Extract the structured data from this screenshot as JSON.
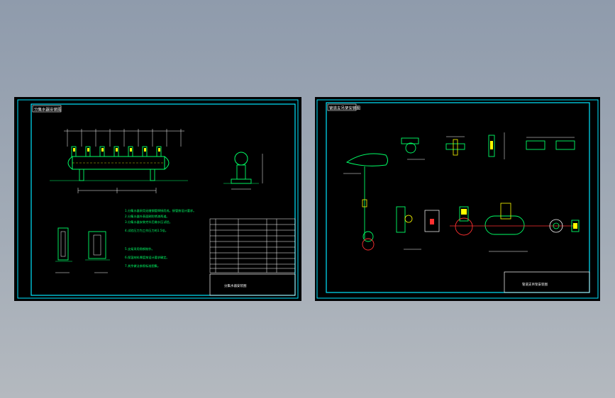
{
  "sheets": [
    {
      "title_tag": "分集水器安装图",
      "notes": [
        "1.分集水器采用无缝钢管焊接而成，接管按设计要求。",
        "2.分集水器外表面刷防锈漆两道。",
        "3.分集水器安装完毕后做水压试验。",
        "4.试验压力为工作压力的1.5倍。",
        "5.支架采用角钢制作。",
        "6.保温材料厚度按设计要求确定。",
        "7.其余做法参照标准图集。"
      ],
      "title_block": "分集水器安装图"
    },
    {
      "title_tag": "管道支吊架安装图",
      "title_block": "管道支吊架安装图"
    }
  ],
  "colors": {
    "background_gradient": "#9aa4b1",
    "sheet": "#000000",
    "frame": "#00e5ff",
    "geometry": "#00ff66",
    "dimension": "#ffffff",
    "accent": "#ffff00",
    "red": "#ff3030",
    "magenta": "#ff00ff"
  }
}
